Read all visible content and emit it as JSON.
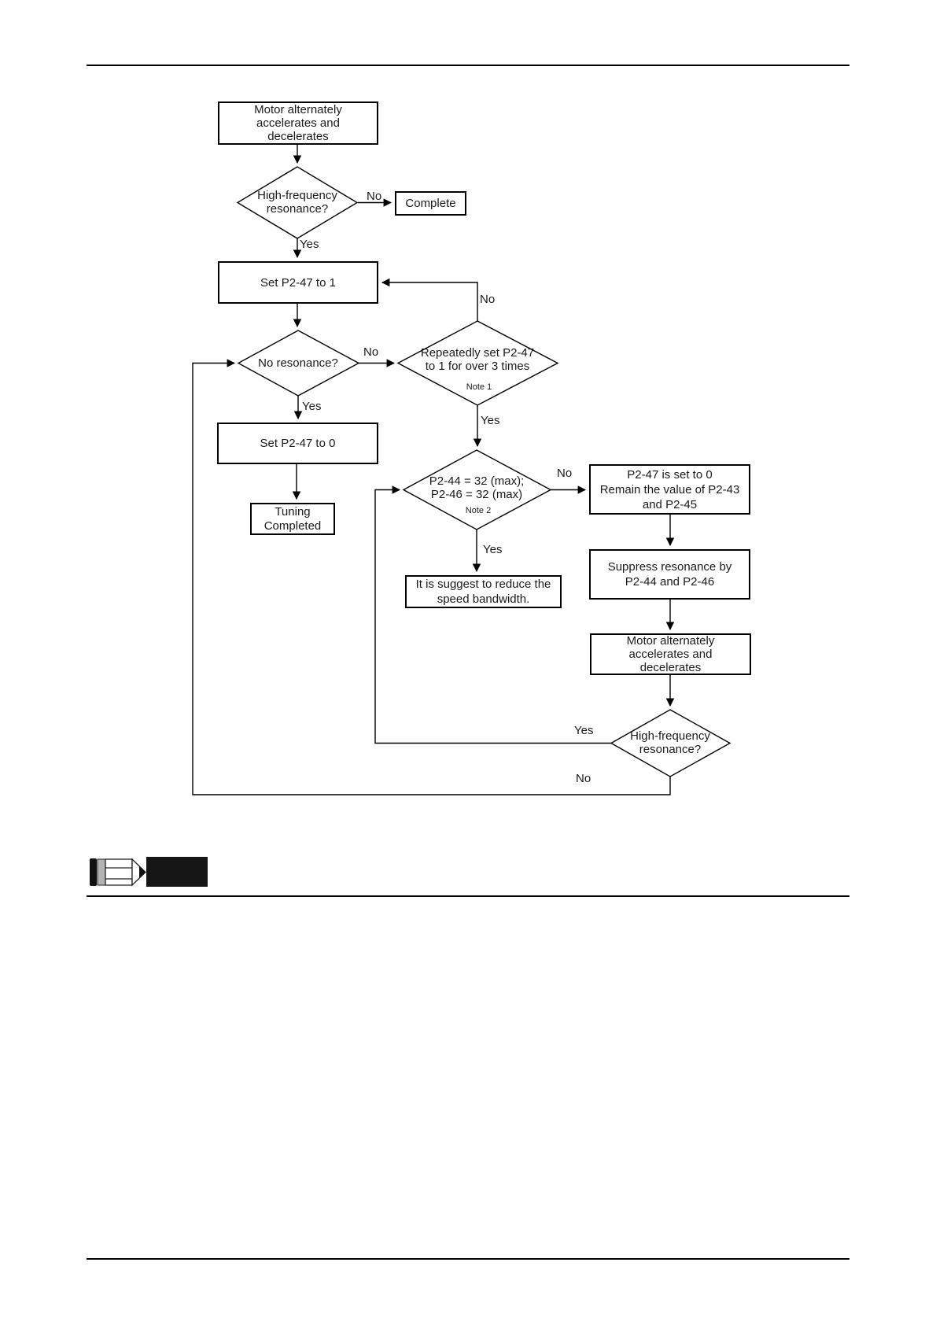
{
  "flowchart": {
    "labels": {
      "yes": "Yes",
      "no": "No"
    },
    "nodes": {
      "motor1": "Motor alternately\naccelerates and\ndecelerates",
      "resonance1": "High-frequency\nresonance?",
      "complete": "Complete",
      "set1": "Set P2-47 to 1",
      "no_resonance": "No resonance?",
      "repeat": "Repeatedly set P2-47\nto 1 for over 3 times",
      "repeat_note": "Note 1",
      "set0": "Set P2-47 to 0",
      "tuning": "Tuning\nCompleted",
      "max": "P2-44 = 32 (max);\nP2-46 = 32 (max)",
      "max_note": "Note 2",
      "remain": "P2-47 is set to 0\nRemain the value of P2-43\nand P2-45",
      "suggest": "It is suggest to reduce the\nspeed bandwidth.",
      "suppress": "Suppress resonance by\nP2-44 and P2-46",
      "motor2": "Motor alternately\naccelerates and\ndecelerates",
      "resonance2": "High-frequency\nresonance?"
    },
    "icons": {
      "note": "pencil-icon"
    },
    "colors": {
      "line": "#1a1a1a",
      "text": "#1a1a1a",
      "note_box": "#161616"
    }
  }
}
